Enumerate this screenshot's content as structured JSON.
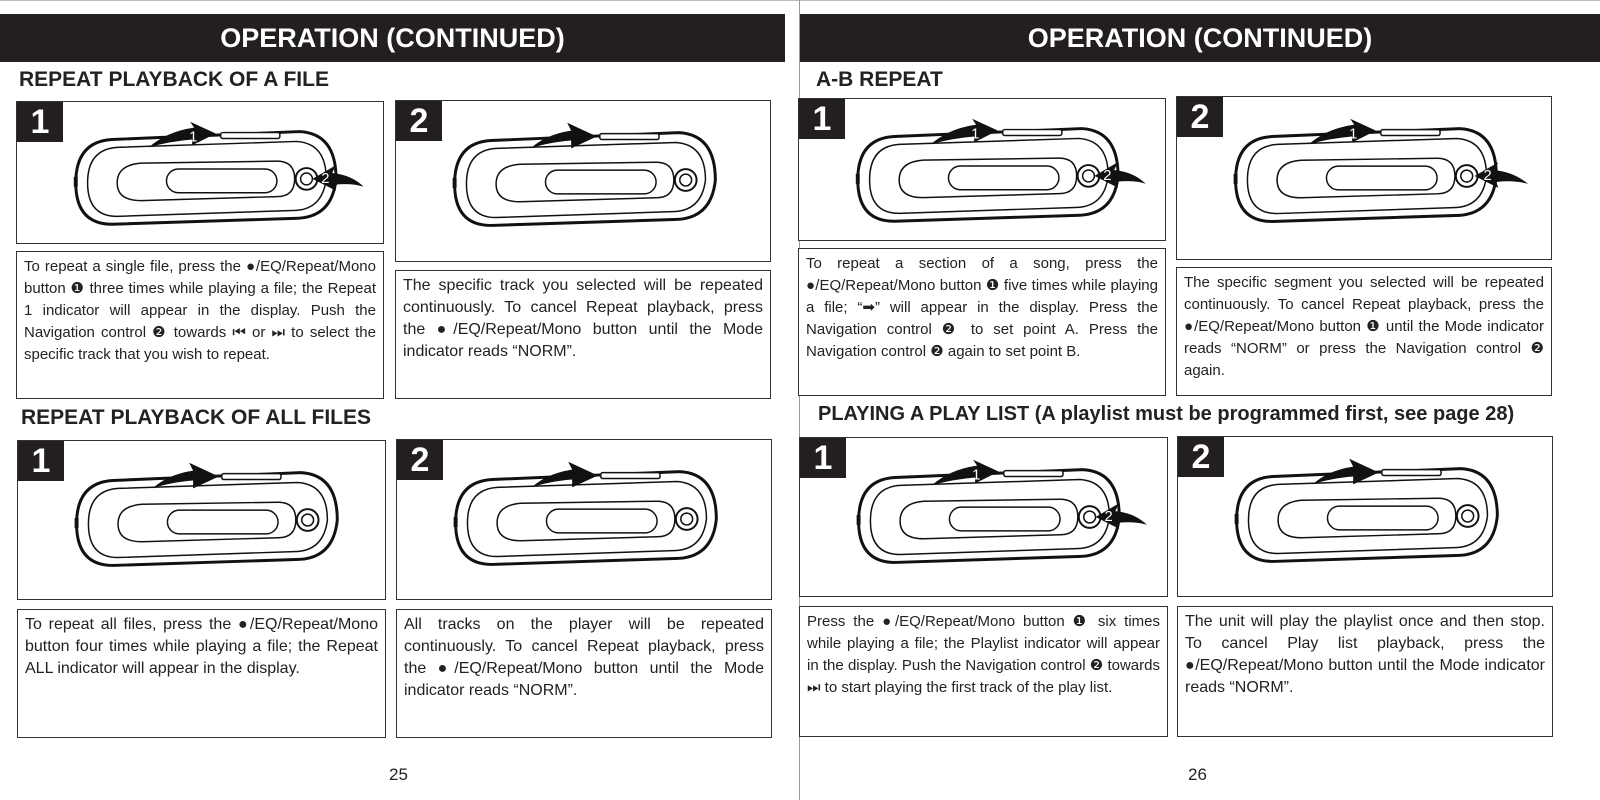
{
  "pages": [
    {
      "header": "OPERATION (CONTINUED)",
      "page_number": "25",
      "sections": [
        {
          "title": "REPEAT PLAYBACK OF A FILE",
          "steps": [
            {
              "number": "1",
              "callouts": [
                "1",
                "2"
              ],
              "text": "To repeat a single file, press the ●/EQ/Repeat/Mono button ❶ three times while playing a file; the Repeat 1 indicator will appear in the display. Push the Navigation control ❷ towards ⏮ or ⏭ to select the specific track that you wish to repeat."
            },
            {
              "number": "2",
              "callouts": [],
              "text": "The specific track you selected will be repeated continuously. To cancel Repeat playback, press the ●/EQ/Repeat/Mono button until the Mode indicator reads “NORM”."
            }
          ]
        },
        {
          "title": "REPEAT PLAYBACK OF ALL FILES",
          "steps": [
            {
              "number": "1",
              "callouts": [],
              "text": "To repeat all files, press the ●/EQ/Repeat/Mono button four times while playing a file; the Repeat ALL indicator will appear in the display."
            },
            {
              "number": "2",
              "callouts": [],
              "text": "All tracks on the player will be repeated continuously. To cancel Repeat playback, press the ●/EQ/Repeat/Mono button until the Mode indicator reads “NORM”."
            }
          ]
        }
      ]
    },
    {
      "header": "OPERATION (CONTINUED)",
      "page_number": "26",
      "sections": [
        {
          "title": "A-B REPEAT",
          "steps": [
            {
              "number": "1",
              "callouts": [
                "1",
                "2"
              ],
              "text": "To repeat a section of a song, press the ●/EQ/Repeat/Mono button ❶ five times while playing a file; “➡” will appear in the display. Press the Navigation control ❷ to set point A. Press the Navigation control ❷ again to set point B."
            },
            {
              "number": "2",
              "callouts": [
                "1",
                "2"
              ],
              "text": "The specific segment you selected will be repeated continuously. To cancel Repeat playback, press the ●/EQ/Repeat/Mono button ❶ until the Mode indicator reads “NORM” or press the Navigation control ❷ again."
            }
          ]
        },
        {
          "title": "PLAYING A PLAY LIST (A playlist must be programmed first, see page 28)",
          "steps": [
            {
              "number": "1",
              "callouts": [
                "1",
                "2"
              ],
              "text": "Press the ●/EQ/Repeat/Mono button ❶ six times while playing a file; the Playlist indicator will appear in the display. Push the Navigation control ❷ towards ⏭ to start playing the first track of the play list."
            },
            {
              "number": "2",
              "callouts": [],
              "text": "The unit will play the playlist once and then stop. To cancel Play list playback, press the ●/EQ/Repeat/Mono button until the Mode indicator reads “NORM”."
            }
          ]
        }
      ]
    }
  ]
}
